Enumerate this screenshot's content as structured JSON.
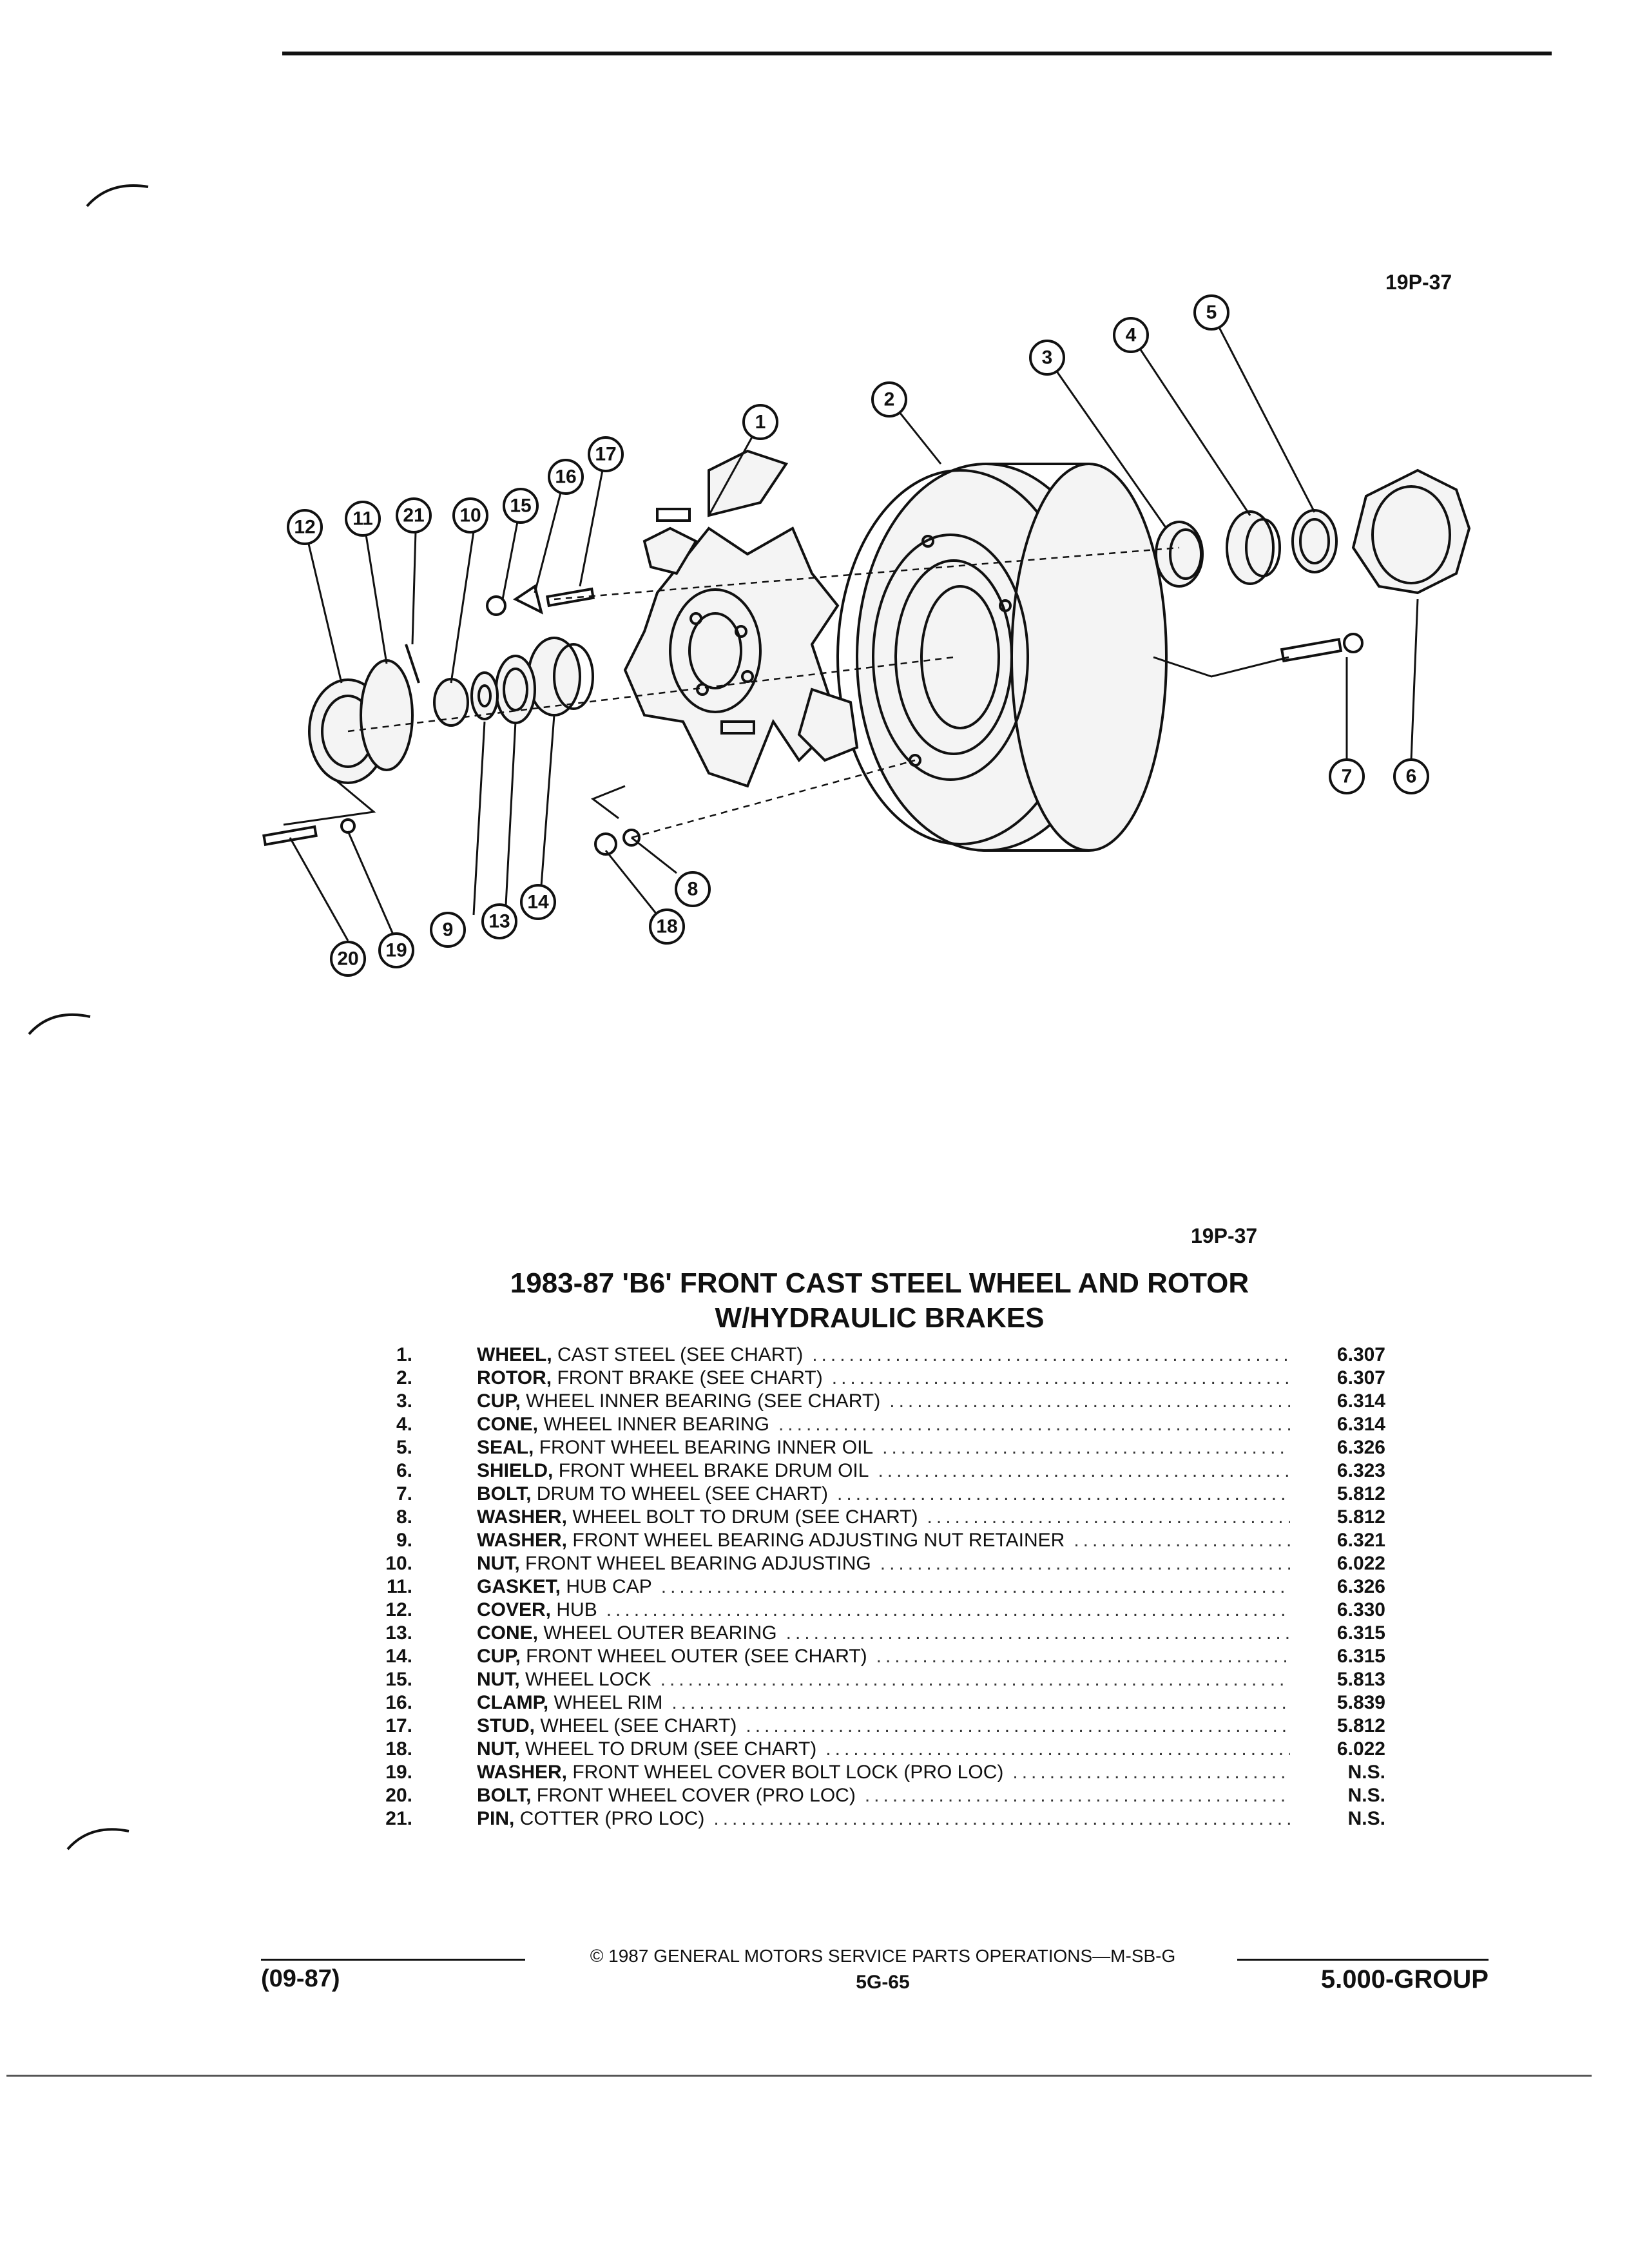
{
  "figure_code_top": "19P-37",
  "figure_code": "19P-37",
  "title_line1": "1983-87 'B6' FRONT CAST STEEL WHEEL AND ROTOR",
  "title_line2": "W/HYDRAULIC BRAKES",
  "callouts": [
    "1",
    "2",
    "3",
    "4",
    "5",
    "6",
    "7",
    "8",
    "9",
    "10",
    "11",
    "12",
    "13",
    "14",
    "15",
    "16",
    "17",
    "18",
    "19",
    "20",
    "21"
  ],
  "parts": [
    {
      "num": "1.",
      "name": "WHEEL,",
      "desc": " CAST STEEL (SEE CHART)",
      "ref": "6.307"
    },
    {
      "num": "2.",
      "name": "ROTOR,",
      "desc": " FRONT BRAKE (SEE CHART)",
      "ref": "6.307"
    },
    {
      "num": "3.",
      "name": "CUP,",
      "desc": " WHEEL INNER BEARING (SEE CHART)",
      "ref": "6.314"
    },
    {
      "num": "4.",
      "name": "CONE,",
      "desc": " WHEEL INNER BEARING",
      "ref": "6.314"
    },
    {
      "num": "5.",
      "name": "SEAL,",
      "desc": " FRONT WHEEL BEARING INNER OIL",
      "ref": "6.326"
    },
    {
      "num": "6.",
      "name": "SHIELD,",
      "desc": " FRONT WHEEL BRAKE DRUM OIL",
      "ref": "6.323"
    },
    {
      "num": "7.",
      "name": "BOLT,",
      "desc": " DRUM TO WHEEL (SEE CHART)",
      "ref": "5.812"
    },
    {
      "num": "8.",
      "name": "WASHER,",
      "desc": " WHEEL BOLT TO DRUM (SEE CHART)",
      "ref": "5.812"
    },
    {
      "num": "9.",
      "name": "WASHER,",
      "desc": " FRONT WHEEL BEARING ADJUSTING NUT RETAINER",
      "ref": "6.321"
    },
    {
      "num": "10.",
      "name": "NUT,",
      "desc": " FRONT WHEEL BEARING ADJUSTING",
      "ref": "6.022"
    },
    {
      "num": "11.",
      "name": "GASKET,",
      "desc": " HUB CAP",
      "ref": "6.326"
    },
    {
      "num": "12.",
      "name": "COVER,",
      "desc": " HUB",
      "ref": "6.330"
    },
    {
      "num": "13.",
      "name": "CONE,",
      "desc": " WHEEL OUTER BEARING",
      "ref": "6.315"
    },
    {
      "num": "14.",
      "name": "CUP,",
      "desc": " FRONT WHEEL OUTER (SEE CHART)",
      "ref": "6.315"
    },
    {
      "num": "15.",
      "name": "NUT,",
      "desc": " WHEEL LOCK",
      "ref": "5.813"
    },
    {
      "num": "16.",
      "name": "CLAMP,",
      "desc": " WHEEL RIM",
      "ref": "5.839"
    },
    {
      "num": "17.",
      "name": "STUD,",
      "desc": " WHEEL (SEE CHART)",
      "ref": "5.812"
    },
    {
      "num": "18.",
      "name": "NUT,",
      "desc": " WHEEL TO DRUM (SEE CHART)",
      "ref": "6.022"
    },
    {
      "num": "19.",
      "name": "WASHER,",
      "desc": " FRONT WHEEL COVER BOLT LOCK (PRO LOC)",
      "ref": "N.S."
    },
    {
      "num": "20.",
      "name": "BOLT,",
      "desc": " FRONT WHEEL COVER (PRO LOC)",
      "ref": "N.S."
    },
    {
      "num": "21.",
      "name": "PIN,",
      "desc": " COTTER (PRO LOC)",
      "ref": "N.S."
    }
  ],
  "footer": {
    "date": "(09-87)",
    "copyright": "© 1987 GENERAL MOTORS SERVICE PARTS OPERATIONS—M-SB-G",
    "page": "5G-65",
    "group": "5.000-GROUP"
  }
}
